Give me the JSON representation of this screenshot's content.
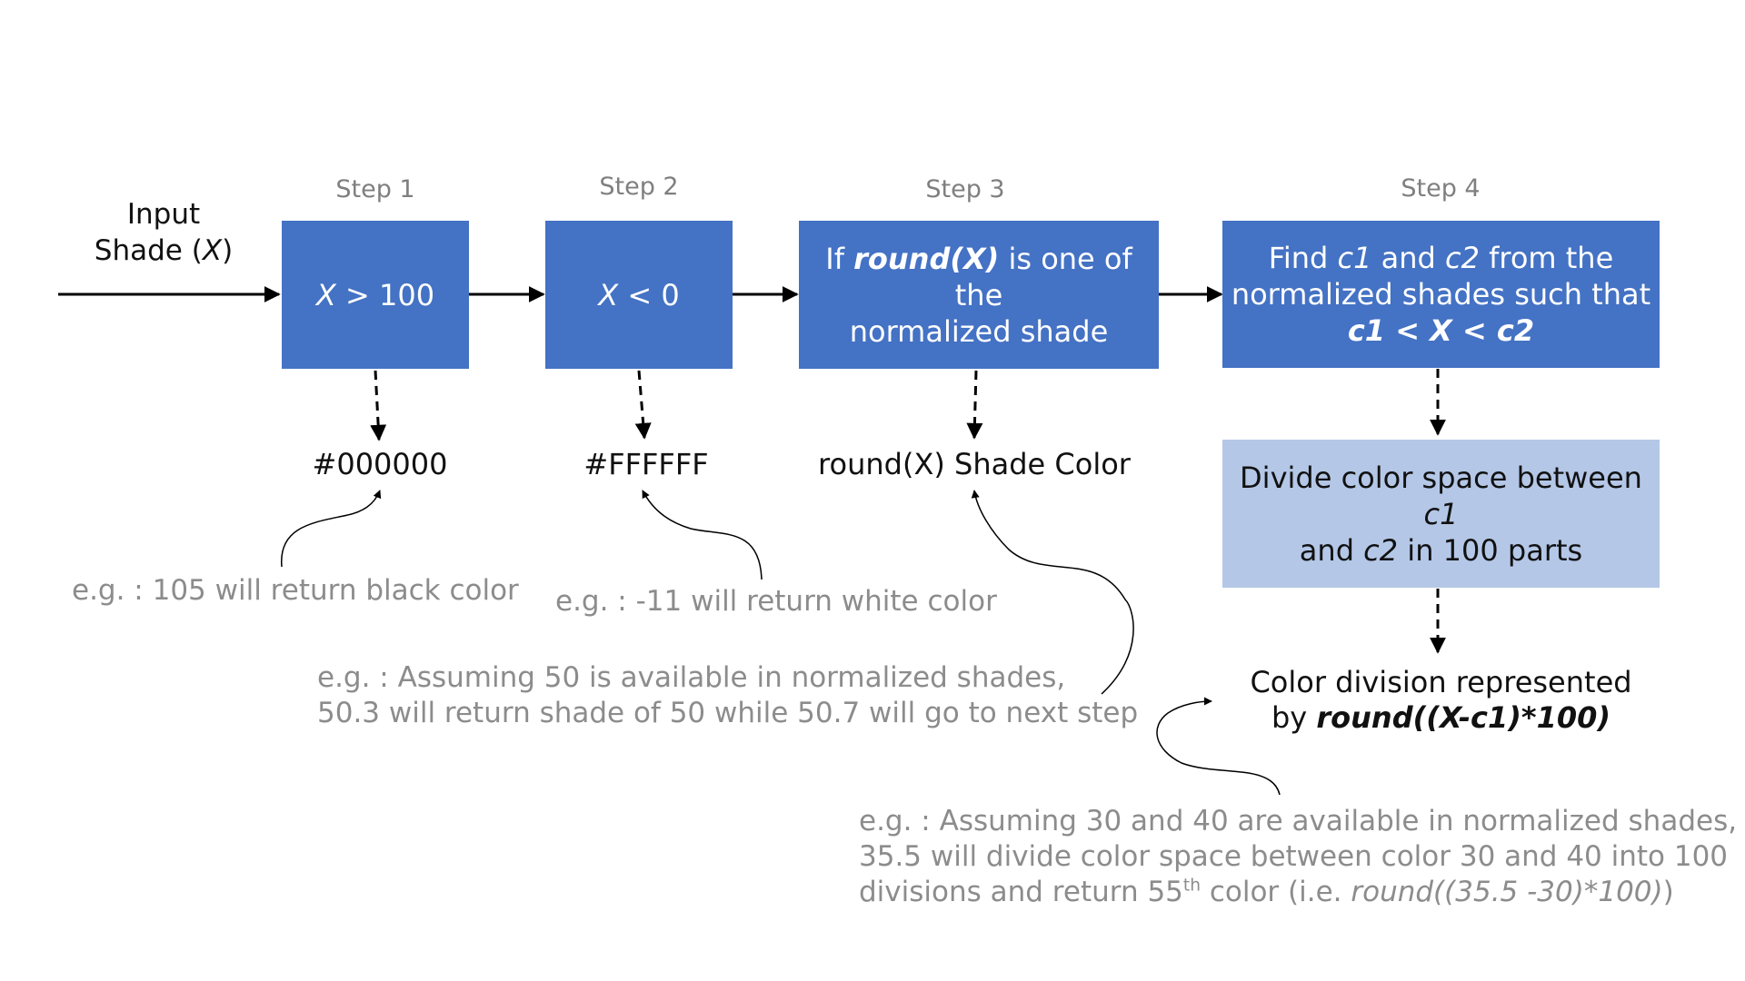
{
  "input": {
    "line1": "Input",
    "line2_prefix": "Shade (",
    "line2_var": "X",
    "line2_suffix": ")"
  },
  "steps": [
    {
      "label": "Step 1",
      "var": "X",
      "rest": " > 100",
      "output": "#000000",
      "example": "e.g. : 105 will return black color"
    },
    {
      "label": "Step 2",
      "var": "X",
      "rest": " < 0",
      "output": "#FFFFFF",
      "example": "e.g. : -11 will return white color"
    },
    {
      "label": "Step 3",
      "text_pre": "If ",
      "text_fn": "round(X)",
      "text_post1": " is one of the",
      "text_line2": "normalized shade",
      "output": "round(X) Shade Color",
      "example_line1": "e.g. : Assuming 50 is available in normalized shades,",
      "example_line2": "50.3 will return shade of 50 while 50.7 will go to next step"
    },
    {
      "label": "Step 4",
      "t1_a": "Find ",
      "t1_c1": "c1",
      "t1_b": " and ",
      "t1_c2": "c2",
      "t1_c": " from the",
      "t2": "normalized shades such that",
      "t3": "c1 < X < c2",
      "sub_l1_a": "Divide color space between ",
      "sub_l1_c1": "c1",
      "sub_l2_a": "and ",
      "sub_l2_c2": "c2",
      "sub_l2_b": " in 100 parts",
      "out_l1": "Color division represented",
      "out_l2_a": "by ",
      "out_l2_fn": "round((X-c1)*100)",
      "ex_l1": "e.g. : Assuming 30 and 40 are available in normalized shades,",
      "ex_l2": "35.5 will divide color space between color 30 and 40 into 100",
      "ex_l3_a": "divisions and return 55",
      "ex_l3_sup": "th",
      "ex_l3_b": " color (i.e. ",
      "ex_l3_fn": "round((35.5 -30)*100)",
      "ex_l3_c": ")"
    }
  ],
  "colors": {
    "box": "#4472c4",
    "box_light": "#b4c7e7",
    "note": "#8c8c8c",
    "label": "#7f7f7f"
  }
}
